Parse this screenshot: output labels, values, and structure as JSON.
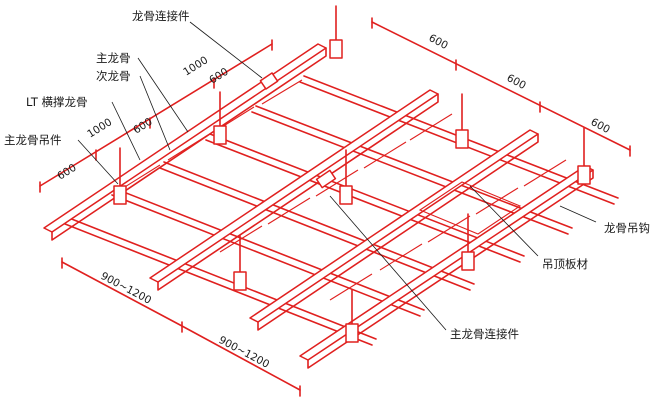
{
  "labels": {
    "main_connector_top": "龙骨连接件",
    "main_keel": "主龙骨",
    "secondary_keel": "次龙骨",
    "lt_brace": "LT 横撑龙骨",
    "main_hanger": "主龙骨吊件",
    "keel_hook": "龙骨吊钩",
    "ceiling_board": "吊顶板材",
    "main_connector_bottom": "主龙骨连接件"
  },
  "dimensions": {
    "top_right_1": "600",
    "top_right_2": "600",
    "top_right_3": "600",
    "left_1000_upper": "1000",
    "left_600_upper": "600",
    "left_1000_lower": "1000",
    "left_600_mid": "600",
    "left_600_lower": "600",
    "bottom_span_1": "900~1200",
    "bottom_span_2": "900~1200"
  },
  "colors": {
    "line": "#e0201f",
    "text": "#1a1a1a",
    "background": "#ffffff"
  }
}
